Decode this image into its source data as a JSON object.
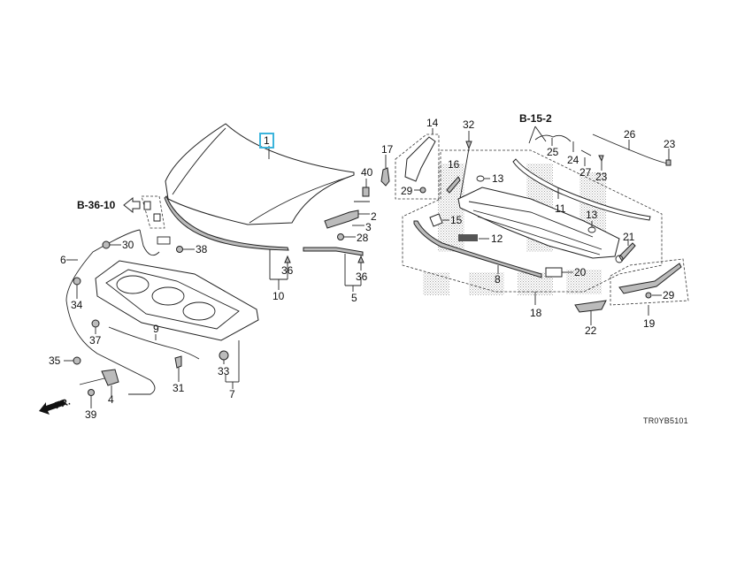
{
  "diagram": {
    "highlight_color": "#3cb4dc",
    "highlighted_part": "1",
    "drawing_code": "TR0YB5101",
    "front_indicator": "FR.",
    "refs": [
      {
        "id": "ref-b36-10",
        "text": "B-36-10"
      },
      {
        "id": "ref-b15-2",
        "text": "B-15-2"
      }
    ],
    "callouts": [
      {
        "id": "c1",
        "text": "1"
      },
      {
        "id": "c2",
        "text": "2"
      },
      {
        "id": "c3",
        "text": "3"
      },
      {
        "id": "c4",
        "text": "4"
      },
      {
        "id": "c5",
        "text": "5"
      },
      {
        "id": "c6",
        "text": "6"
      },
      {
        "id": "c7",
        "text": "7"
      },
      {
        "id": "c8",
        "text": "8"
      },
      {
        "id": "c9",
        "text": "9"
      },
      {
        "id": "c10",
        "text": "10"
      },
      {
        "id": "c11",
        "text": "11"
      },
      {
        "id": "c12",
        "text": "12"
      },
      {
        "id": "c13a",
        "text": "13"
      },
      {
        "id": "c13b",
        "text": "13"
      },
      {
        "id": "c14",
        "text": "14"
      },
      {
        "id": "c15",
        "text": "15"
      },
      {
        "id": "c16",
        "text": "16"
      },
      {
        "id": "c17",
        "text": "17"
      },
      {
        "id": "c18",
        "text": "18"
      },
      {
        "id": "c19",
        "text": "19"
      },
      {
        "id": "c20",
        "text": "20"
      },
      {
        "id": "c21",
        "text": "21"
      },
      {
        "id": "c22",
        "text": "22"
      },
      {
        "id": "c23a",
        "text": "23"
      },
      {
        "id": "c23b",
        "text": "23"
      },
      {
        "id": "c24",
        "text": "24"
      },
      {
        "id": "c25",
        "text": "25"
      },
      {
        "id": "c26",
        "text": "26"
      },
      {
        "id": "c27",
        "text": "27"
      },
      {
        "id": "c28",
        "text": "28"
      },
      {
        "id": "c29a",
        "text": "29"
      },
      {
        "id": "c29b",
        "text": "29"
      },
      {
        "id": "c30",
        "text": "30"
      },
      {
        "id": "c31",
        "text": "31"
      },
      {
        "id": "c32",
        "text": "32"
      },
      {
        "id": "c33",
        "text": "33"
      },
      {
        "id": "c34",
        "text": "34"
      },
      {
        "id": "c35",
        "text": "35"
      },
      {
        "id": "c36a",
        "text": "36"
      },
      {
        "id": "c36b",
        "text": "36"
      },
      {
        "id": "c37",
        "text": "37"
      },
      {
        "id": "c38",
        "text": "38"
      },
      {
        "id": "c39",
        "text": "39"
      },
      {
        "id": "c40",
        "text": "40"
      }
    ]
  }
}
